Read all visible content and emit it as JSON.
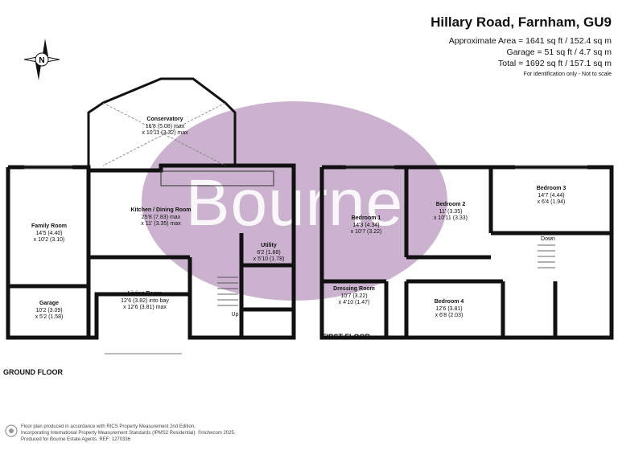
{
  "header": {
    "title": "Hillary Road, Farnham, GU9",
    "area_lines": [
      "Approximate Area = 1641 sq ft / 152.4 sq m",
      "Garage = 51 sq ft / 4.7 sq m",
      "Total = 1692 sq ft / 157.1 sq m"
    ],
    "note": "For identification only - Not to scale"
  },
  "watermark": "Bourne",
  "compass_letter": "N",
  "ground_floor": {
    "label": "GROUND FLOOR",
    "rooms": [
      {
        "name": "Conservatory",
        "dims": [
          "16'8 (5.08) max",
          "x 10'11 (3.32) max"
        ]
      },
      {
        "name": "Family Room",
        "dims": [
          "14'5 (4.40)",
          "x 10'2 (3.10)"
        ]
      },
      {
        "name": "Kitchen / Dining Room",
        "dims": [
          "25'8 (7.83) max",
          "x 11' (3.35) max"
        ]
      },
      {
        "name": "Utility",
        "dims": [
          "6'2 (1.88)",
          "x 5'10 (1.78)"
        ]
      },
      {
        "name": "Garage",
        "dims": [
          "10'2 (3.09)",
          "x 5'2 (1.58)"
        ]
      },
      {
        "name": "Living Room",
        "dims": [
          "12'6 (3.82) into bay",
          "x 12'6 (3.81) max"
        ]
      }
    ],
    "stair_label": "Up"
  },
  "first_floor": {
    "label": "FIRST FLOOR",
    "rooms": [
      {
        "name": "Bedroom 1",
        "dims": [
          "14'3 (4.34)",
          "x 10'7 (3.22)"
        ]
      },
      {
        "name": "Bedroom 2",
        "dims": [
          "11' (3.35)",
          "x 10'11 (3.33)"
        ]
      },
      {
        "name": "Bedroom 3",
        "dims": [
          "14'7 (4.44)",
          "x 6'4 (1.94)"
        ]
      },
      {
        "name": "Dressing Room",
        "dims": [
          "10'7 (3.22)",
          "x 4'10 (1.47)"
        ]
      },
      {
        "name": "Bedroom 4",
        "dims": [
          "12'6 (3.81)",
          "x 6'8 (2.03)"
        ]
      }
    ],
    "stair_label": "Down"
  },
  "footer": {
    "lines": [
      "Floor plan produced in accordance with RICS Property Measurement 2nd Edition,",
      "Incorporating International Property Measurement Standards (IPMS2 Residential). ©nichecom 2025.",
      "Produced for Bourne Estate Agents.  REF: 1270336"
    ]
  }
}
